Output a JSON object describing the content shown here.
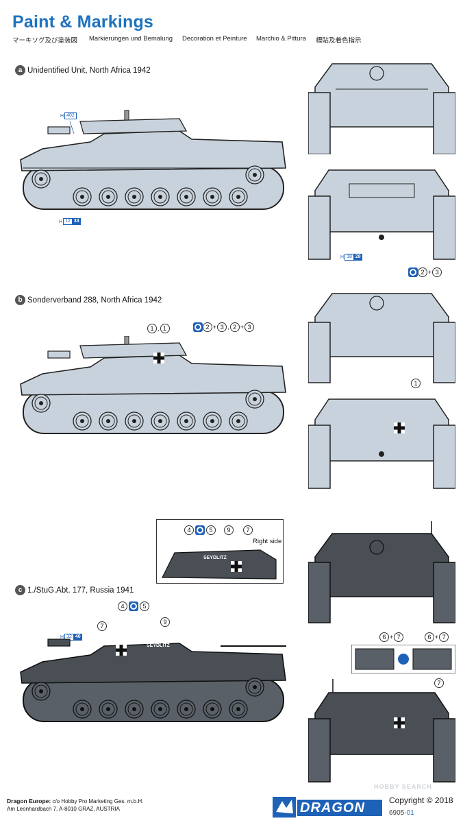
{
  "header": {
    "title": "Paint & Markings",
    "subtitles": [
      "マーキソグ及び塗装図",
      "Markierungen und Bemalung",
      "Decoration et Peinture",
      "Marchio & Pittura",
      "標貼及着色指示"
    ]
  },
  "schemes": [
    {
      "letter": "a",
      "label": "Unidentified Unit, North Africa 1942"
    },
    {
      "letter": "b",
      "label": "Sonderverband 288, North Africa 1942"
    },
    {
      "letter": "c",
      "label": "1./StuG.Abt. 177, Russia 1941"
    }
  ],
  "paint_codes": {
    "a_gun": {
      "h": "H",
      "code": "402"
    },
    "a_wheel": {
      "h": "H",
      "c1": "12",
      "c2": "33"
    },
    "a_rear": {
      "h": "H",
      "c1": "18",
      "c2": "28"
    },
    "c_gun": {
      "h": "H",
      "c1": "32",
      "c2": "40"
    }
  },
  "callouts": {
    "n1": "1",
    "n2": "2",
    "n3": "3",
    "n4": "4",
    "n5": "5",
    "n6": "6",
    "n7": "7",
    "n9": "9",
    "plus": "+",
    "comma": ","
  },
  "inset": {
    "side_label": "Right side",
    "name_label": "SEYDLITZ"
  },
  "vehicle_c_name": "SEYDLITZ",
  "footer": {
    "company": "Dragon Europe:",
    "line1": " c/o Hobby Pro Marketing Ges. m.b.H.",
    "line2": "Am Leonhardbach 7, A-8010 GRAZ, AUSTRIA",
    "brand": "DRAGON",
    "watermark": "HOBBY SEARCH",
    "copyright": "Copyright © 2018",
    "code_prefix": "6905",
    "code_suffix": "-01"
  },
  "colors": {
    "accent": "#1e73be",
    "tan": "#aab9c9",
    "grey": "#4a4f56"
  }
}
